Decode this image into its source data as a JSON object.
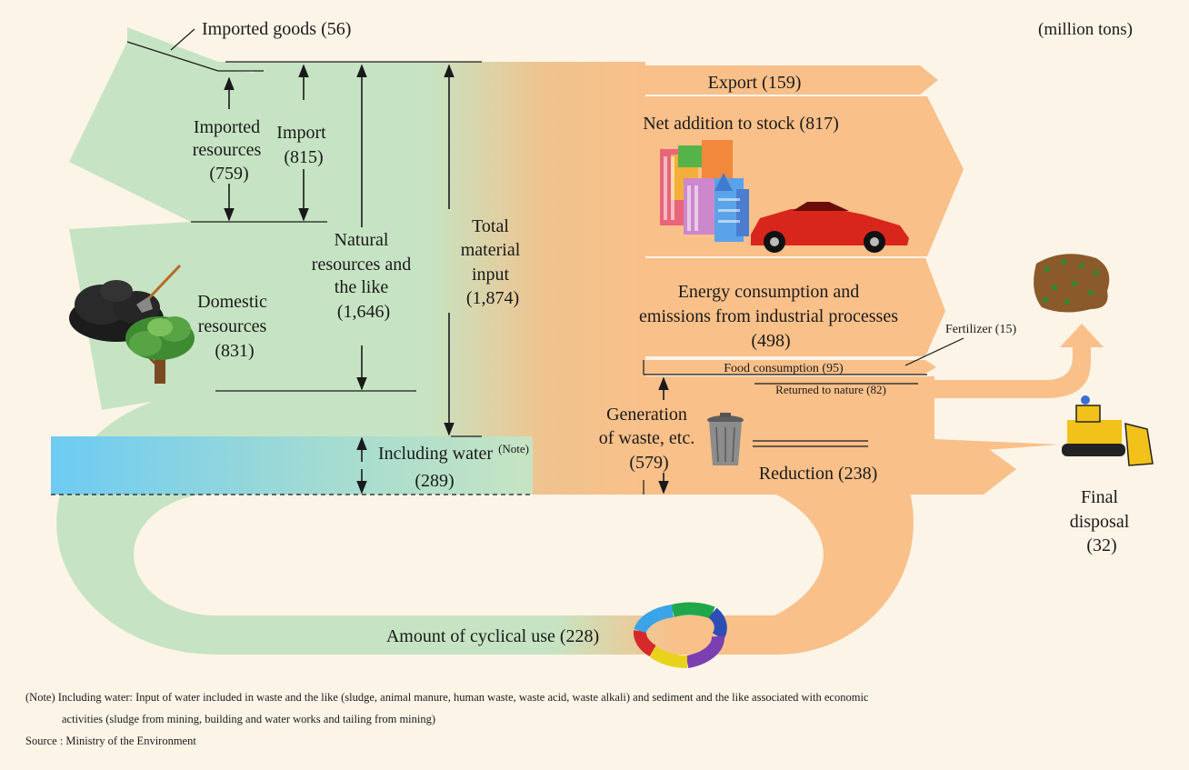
{
  "unit": "(million tons)",
  "inputs": {
    "imported_goods": "Imported goods (56)",
    "imported_resources": [
      "Imported",
      "resources",
      "(759)"
    ],
    "import": [
      "Import",
      "(815)"
    ],
    "domestic_resources": [
      "Domestic",
      "resources",
      "(831)"
    ],
    "natural_resources": [
      "Natural",
      "resources and",
      "the like",
      "(1,646)"
    ],
    "total_material_input": [
      "Total",
      "material",
      "input",
      "(1,874)"
    ],
    "including_water": "Including water",
    "including_water_note": "(Note)",
    "including_water_value": "(289)"
  },
  "outputs": {
    "export": "Export (159)",
    "net_addition": "Net addition to stock (817)",
    "energy": [
      "Energy consumption and",
      "emissions from industrial processes",
      "(498)"
    ],
    "fertilizer": "Fertilizer (15)",
    "food": "Food consumption (95)",
    "returned": "Returned to nature (82)",
    "waste": [
      "Generation",
      "of waste, etc.",
      "(579)"
    ],
    "reduction": "Reduction (238)",
    "final_disposal": [
      "Final",
      "disposal",
      "(32)"
    ],
    "cyclical": "Amount of cyclical use (228)"
  },
  "footnotes": {
    "note_line1": "(Note) Including water: Input of water included in waste and the like (sludge, animal manure, human waste, waste acid, waste alkali) and sediment and the like associated with economic",
    "note_line2": "activities (sludge from mining, building and water works and tailing from mining)",
    "source": "Source : Ministry of the Environment"
  },
  "colors": {
    "background": "#fdf4e8",
    "input_flow": "#c6e4c3",
    "output_flow": "#f9c089",
    "water": "#7fcff0",
    "line": "#1a1a1a"
  },
  "icons": [
    "coal-pile-icon",
    "tree-icon",
    "buildings-icon",
    "car-icon",
    "trash-can-icon",
    "soil-icon",
    "bulldozer-icon",
    "recycle-ring-icon"
  ]
}
